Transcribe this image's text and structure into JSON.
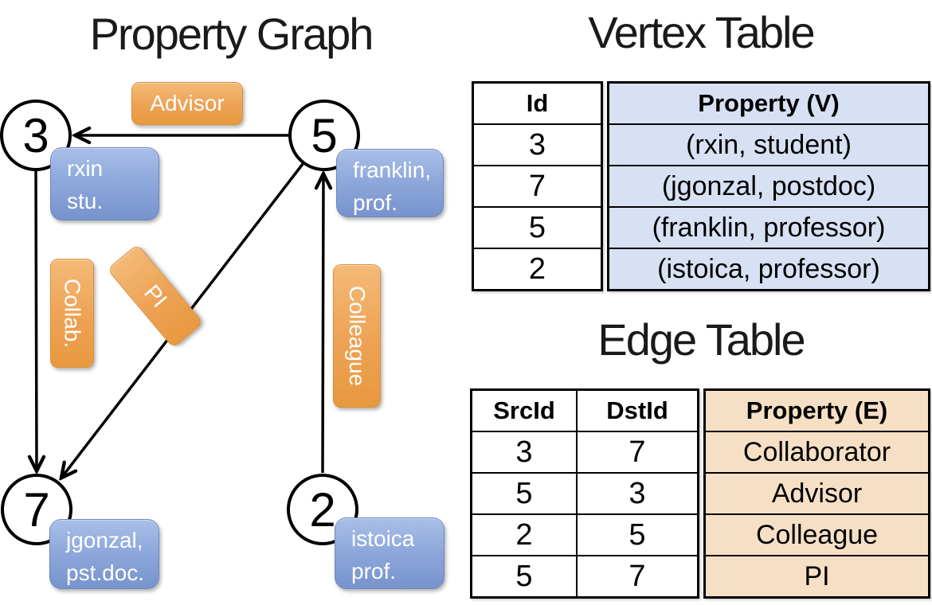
{
  "colors": {
    "edge_label_orange": "#EDA254",
    "vertex_box_blue": "#8FA9DC",
    "vertex_table_fill": "#D7E1F3",
    "edge_table_fill": "#F6E0C5",
    "line_black": "#000000"
  },
  "graph": {
    "title": "Property Graph",
    "nodes": [
      {
        "id": "3"
      },
      {
        "id": "5"
      },
      {
        "id": "7"
      },
      {
        "id": "2"
      }
    ],
    "edge_labels": {
      "advisor": "Advisor",
      "collab": "Collab.",
      "pi": "PI",
      "colleague": "Colleague"
    },
    "property_boxes": {
      "rxin": {
        "line1": "rxin",
        "line2": "stu."
      },
      "franklin": {
        "line1": "franklin,",
        "line2": "prof."
      },
      "jgonzal": {
        "line1": "jgonzal,",
        "line2": "pst.doc."
      },
      "istoica": {
        "line1": "istoica",
        "line2": "prof."
      }
    }
  },
  "vertex_table": {
    "title": "Vertex Table",
    "id_header": "Id",
    "property_header": "Property (V)",
    "ids": [
      "3",
      "7",
      "5",
      "2"
    ],
    "properties": [
      "(rxin, student)",
      "(jgonzal, postdoc)",
      "(franklin, professor)",
      "(istoica, professor)"
    ]
  },
  "edge_table": {
    "title": "Edge Table",
    "src_header": "SrcId",
    "dst_header": "DstId",
    "property_header": "Property (E)",
    "rows": [
      {
        "src": "3",
        "dst": "7",
        "property": "Collaborator"
      },
      {
        "src": "5",
        "dst": "3",
        "property": "Advisor"
      },
      {
        "src": "2",
        "dst": "5",
        "property": "Colleague"
      },
      {
        "src": "5",
        "dst": "7",
        "property": "PI"
      }
    ]
  }
}
